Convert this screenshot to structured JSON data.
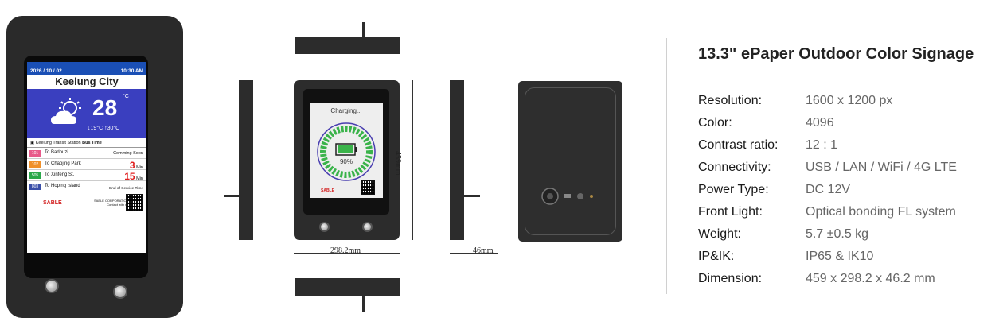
{
  "device_screen": {
    "date": "2026 / 10 / 02",
    "time": "10:30 AM",
    "city": "Keelung City",
    "temperature": "28",
    "temp_unit": "°C",
    "temp_range": "↓19°C ↑30°C",
    "bus_station": "Keelung Transit Station",
    "bus_time_label": "Bus Time",
    "routes": [
      {
        "number": "101",
        "destination": "To Badouzi",
        "eta_big": "",
        "eta_small": "Comming Soon",
        "color": "#e85a8a"
      },
      {
        "number": "102",
        "destination": "To Chaojing Park",
        "eta_big": "3",
        "eta_small": "Min",
        "color": "#f0902a"
      },
      {
        "number": "505",
        "destination": "To Xinfeng St.",
        "eta_big": "15",
        "eta_small": "Min",
        "color": "#2aa84a"
      },
      {
        "number": "803",
        "destination": "To Hoping Island",
        "eta_big": "",
        "eta_small": "End of Service Time",
        "color": "#3a4fa8"
      }
    ],
    "brand": "SABLE",
    "corp_line1": "SABLE CORPORATION",
    "corp_line2": "Contact with us"
  },
  "front_view": {
    "charging_label": "Charging...",
    "percent_label": "90%",
    "brand": "SABLE"
  },
  "dimensions": {
    "height_label": "459mm",
    "width_label": "298.2mm",
    "depth_label": "46mm"
  },
  "spec": {
    "title": "13.3\" ePaper Outdoor Color Signage",
    "rows": [
      {
        "key": "Resolution:",
        "value": "1600 x 1200 px"
      },
      {
        "key": "Color:",
        "value": "4096"
      },
      {
        "key": "Contrast ratio:",
        "value": "12 : 1"
      },
      {
        "key": "Connectivity:",
        "value": "USB / LAN / WiFi / 4G LTE"
      },
      {
        "key": "Power Type:",
        "value": "DC 12V"
      },
      {
        "key": "Front Light:",
        "value": "Optical bonding FL system"
      },
      {
        "key": "Weight:",
        "value": "5.7 ±0.5 kg"
      },
      {
        "key": "IP&IK:",
        "value": "IP65 & IK10"
      },
      {
        "key": "Dimension:",
        "value": "459 x 298.2 x 46.2 mm"
      }
    ]
  }
}
